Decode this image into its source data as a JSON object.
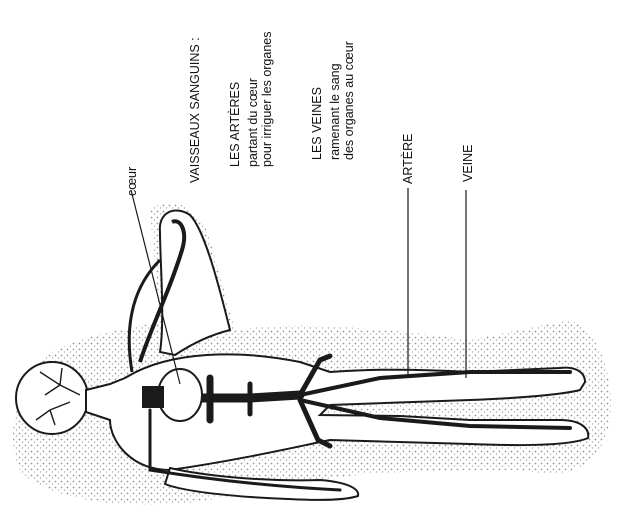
{
  "heading": "VAISSEAUX SANGUINS :",
  "arteries": {
    "title": "LES ARTÈRES",
    "lines": [
      "partant du cœur",
      "pour irriguer les organes"
    ]
  },
  "veins": {
    "title": "LES VEINES",
    "lines": [
      "ramenant le sang",
      "des organes au cœur"
    ]
  },
  "labels": {
    "heart": "cœur",
    "artery": "ARTÈRE",
    "vein": "VEINE"
  },
  "colors": {
    "ink": "#111111",
    "vessel": "#1a1a1a",
    "shade": "#3a3a3a"
  }
}
